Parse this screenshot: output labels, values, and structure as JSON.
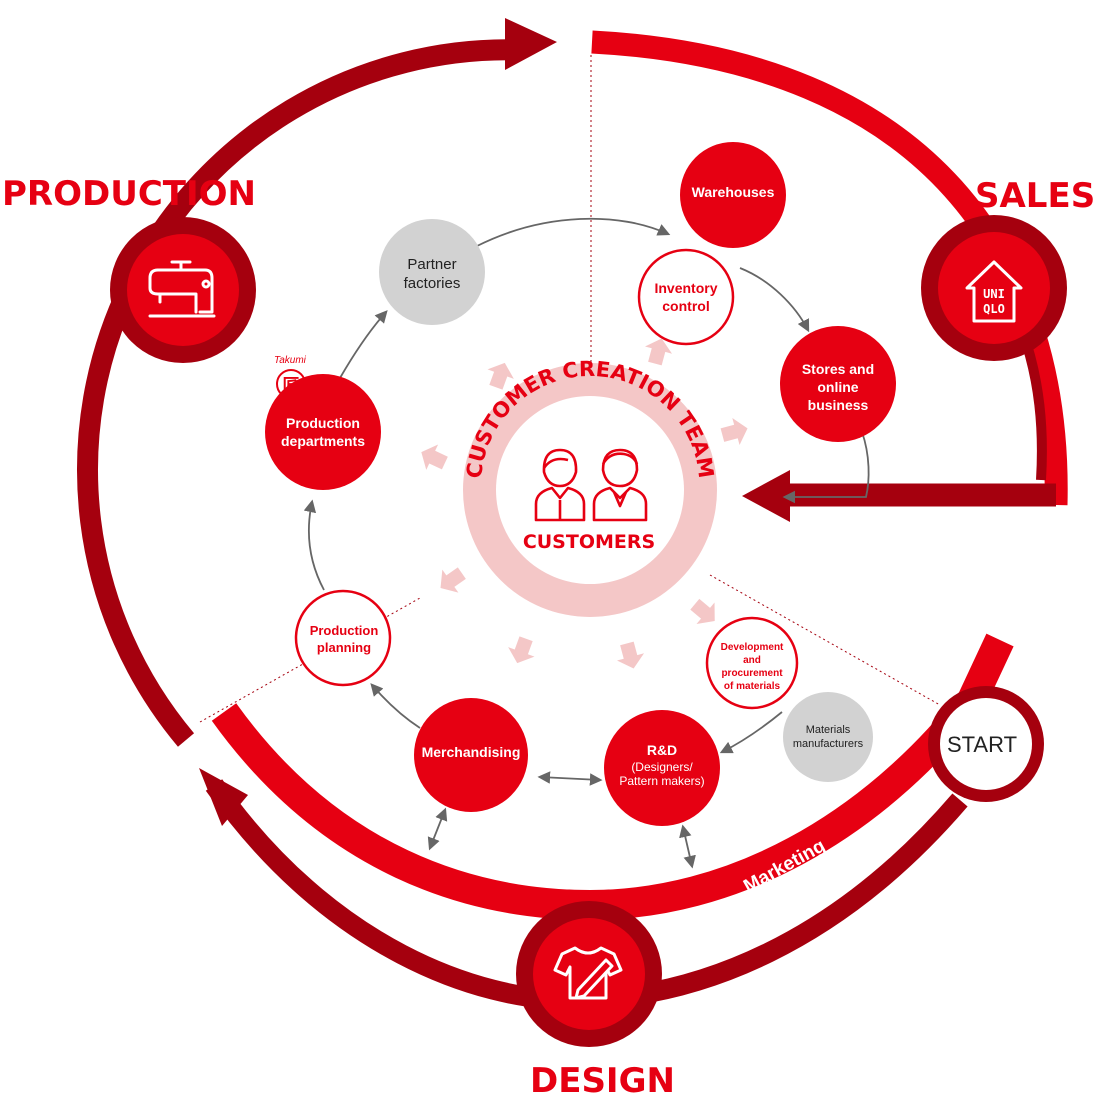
{
  "sections": {
    "production": "PRODUCTION",
    "sales": "SALES",
    "design": "DESIGN"
  },
  "start_label": "START",
  "marketing_label": "Marketing",
  "center": {
    "ring_text": "CUSTOMER CREATION TEAM",
    "customers": "CUSTOMERS"
  },
  "brand_logo": {
    "line1": "UNI",
    "line2": "QLO"
  },
  "takumi": {
    "label": "Takumi",
    "kanji": "匠"
  },
  "nodes": {
    "warehouses": "Warehouses",
    "inventory": [
      "Inventory",
      "control"
    ],
    "stores": [
      "Stores and",
      "online",
      "business"
    ],
    "partner": [
      "Partner",
      "factories"
    ],
    "production_depts": [
      "Production",
      "departments"
    ],
    "production_planning": [
      "Production",
      "planning"
    ],
    "merchandising": "Merchandising",
    "rnd": [
      "R&D",
      "(Designers/",
      "Pattern makers)"
    ],
    "development": [
      "Development",
      "and",
      "procurement",
      "of materials"
    ],
    "materials": [
      "Materials",
      "manufacturers"
    ]
  },
  "colors": {
    "red": "#e60012",
    "dark_red": "#a5000e",
    "pink": "#f4c7c7",
    "gray": "#d2d2d2"
  },
  "icons": [
    "sewing-machine-icon",
    "store-house-icon",
    "tshirt-pencil-icon",
    "customer-couple-icon"
  ]
}
